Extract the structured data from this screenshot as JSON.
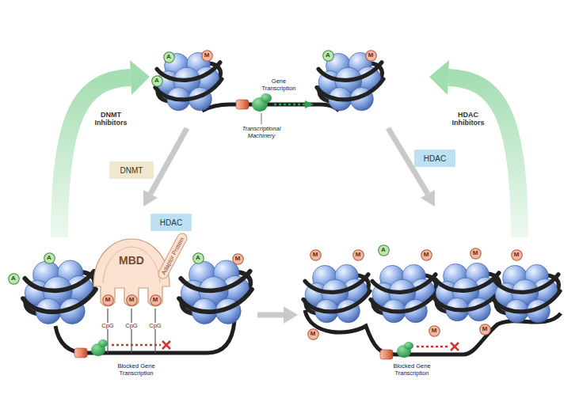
{
  "diagram": {
    "nodes": [
      {
        "text": [
          "A"
        ]
      },
      {
        "text": [
          "M"
        ]
      },
      {
        "text": [
          "A"
        ]
      },
      {
        "text": [
          "A"
        ]
      },
      {
        "text": [
          "M"
        ]
      },
      {
        "text": [
          "DNMT"
        ]
      },
      {
        "text": [
          "HDAC"
        ]
      },
      {
        "text": [
          "HDAC"
        ]
      },
      {
        "text": [
          "Adaptor Protein"
        ]
      },
      {
        "text": [
          "A"
        ]
      },
      {
        "text": [
          "MBD"
        ]
      },
      {
        "text": [
          "M"
        ],
        "in": 10
      },
      {
        "text": [
          "M"
        ],
        "in": 10
      },
      {
        "text": [
          "M"
        ],
        "in": 10
      },
      {
        "text": [
          "A"
        ]
      },
      {
        "text": [
          "M"
        ]
      },
      {
        "text": [
          "A"
        ]
      },
      {
        "text": [
          "M"
        ]
      },
      {
        "text": [
          "M"
        ]
      },
      {
        "text": [
          "A"
        ]
      },
      {
        "text": [
          "M"
        ]
      },
      {
        "text": [
          "M"
        ]
      },
      {
        "text": [
          "M"
        ]
      },
      {
        "text": [
          "M"
        ]
      },
      {
        "text": [
          "M"
        ]
      },
      {
        "text": [
          "M"
        ]
      }
    ],
    "labels": [
      "Gene Transcription",
      "Transcriptional Machinery",
      "DNMT Inhibitors",
      "HDAC Inhibitors",
      "CpG",
      "CpG",
      "CpG",
      "Blocked Gene Transcription",
      "Blocked Gene Transcription"
    ]
  }
}
